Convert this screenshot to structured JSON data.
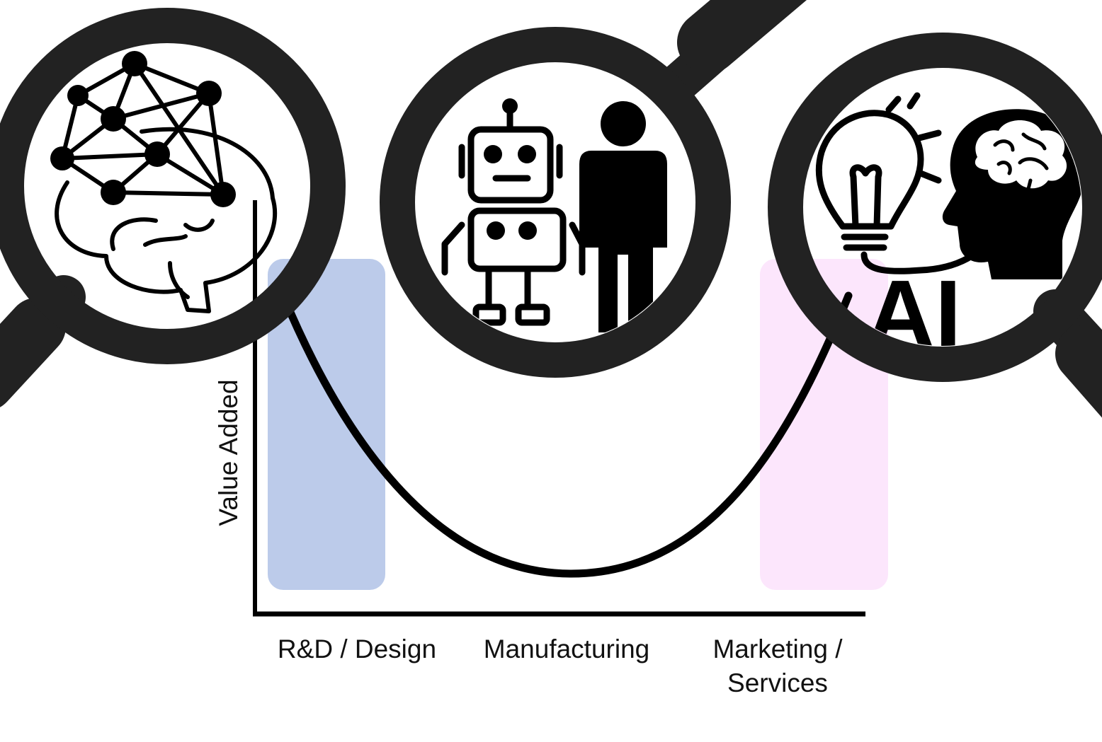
{
  "diagram": {
    "y_axis_label": "Value Added",
    "stages": [
      {
        "label": "R&D / Design",
        "highlight_color": "#bccbea"
      },
      {
        "label": "Manufacturing"
      },
      {
        "label_line1": "Marketing /",
        "label_line2": "Services",
        "highlight_color": "#fbe2fb"
      }
    ],
    "curve": {
      "shape": "smile-curve",
      "color": "#000000"
    },
    "magnifiers": [
      {
        "icon": "brain-network-icon"
      },
      {
        "icon": "robot-and-human-icon"
      },
      {
        "icon": "lightbulb-brain-ai-icon",
        "text": "AI"
      }
    ],
    "colors": {
      "frame": "#222222",
      "axis": "#000000"
    }
  }
}
